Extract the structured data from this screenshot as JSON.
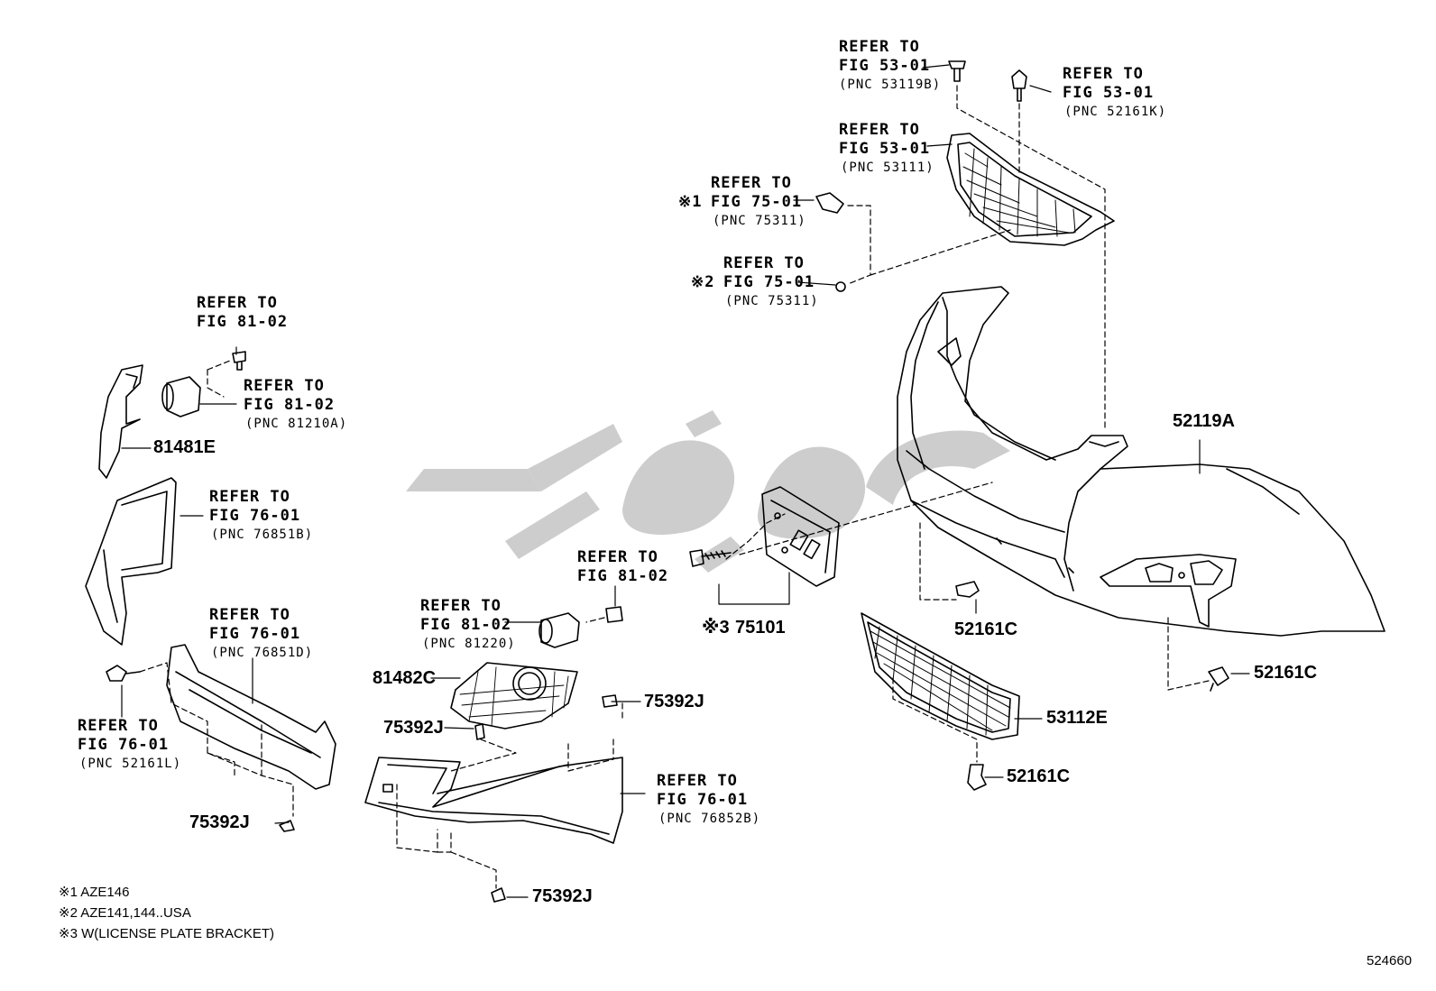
{
  "refs": {
    "a": {
      "l1": "REFER TO",
      "l2": "FIG 53-01",
      "l3": "(PNC 53119B)"
    },
    "b": {
      "l1": "REFER TO",
      "l2": "FIG 53-01",
      "l3": "(PNC 52161K)"
    },
    "c": {
      "l1": "REFER TO",
      "l2": "FIG 53-01",
      "l3": "(PNC 53111)"
    },
    "d": {
      "mark": "※1",
      "l1": "REFER TO",
      "l2": "FIG 75-01",
      "l3": "(PNC 75311)"
    },
    "e": {
      "mark": "※2",
      "l1": "REFER TO",
      "l2": "FIG 75-01",
      "l3": "(PNC 75311)"
    },
    "f": {
      "l1": "REFER TO",
      "l2": "FIG 81-02"
    },
    "g": {
      "l1": "REFER TO",
      "l2": "FIG 81-02",
      "l3": "(PNC 81210A)"
    },
    "h": {
      "l1": "REFER TO",
      "l2": "FIG 76-01",
      "l3": "(PNC 76851B)"
    },
    "i": {
      "l1": "REFER TO",
      "l2": "FIG 76-01",
      "l3": "(PNC 76851D)"
    },
    "j": {
      "l1": "REFER TO",
      "l2": "FIG 76-01",
      "l3": "(PNC 52161L)"
    },
    "k": {
      "l1": "REFER TO",
      "l2": "FIG 81-02"
    },
    "l": {
      "l1": "REFER TO",
      "l2": "FIG 81-02",
      "l3": "(PNC 81220)"
    },
    "m": {
      "l1": "REFER TO",
      "l2": "FIG 76-01",
      "l3": "(PNC 76852B)"
    }
  },
  "parts": {
    "p81481E": "81481E",
    "p52119A": "52119A",
    "p75101": "75101",
    "p75101_mark": "※3",
    "p52161C_a": "52161C",
    "p52161C_b": "52161C",
    "p52161C_c": "52161C",
    "p53112E": "53112E",
    "p81482C": "81482C",
    "p75392J_a": "75392J",
    "p75392J_b": "75392J",
    "p75392J_c": "75392J",
    "p75392J_d": "75392J"
  },
  "notes": [
    "※1 AZE146",
    "※2 AZE141,144..USA",
    "※3 W(LICENSE PLATE BRACKET)"
  ],
  "figure_number": "524660",
  "colors": {
    "line": "#000000",
    "watermark": "#c8c8c8"
  }
}
